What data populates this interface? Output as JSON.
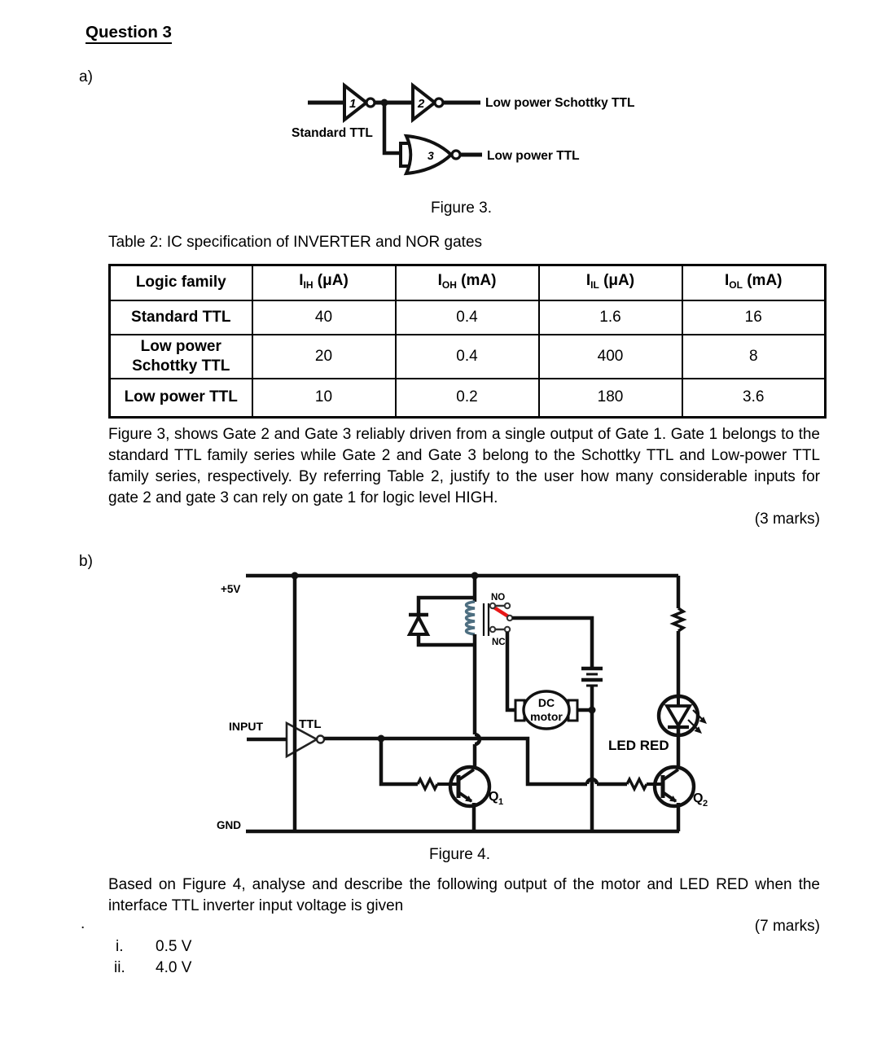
{
  "page": {
    "title": "Question 3",
    "part_a_label": "a)",
    "part_b_label": "b)"
  },
  "figure3": {
    "gate1_num": "1",
    "gate2_num": "2",
    "gate3_num": "3",
    "standard_ttl_label": "Standard TTL",
    "schottky_label": "Low power Schottky TTL",
    "low_power_label": "Low power TTL",
    "caption": "Figure 3."
  },
  "table2": {
    "title": "Table 2: IC specification of INVERTER and NOR gates",
    "headers": [
      {
        "text": "Logic family"
      },
      {
        "pre": "I",
        "sub": "IH",
        "rest": " (μA)"
      },
      {
        "pre": "I",
        "sub": "OH",
        "rest": " (mA)"
      },
      {
        "pre": "I",
        "sub": "IL",
        "rest": " (μA)"
      },
      {
        "pre": "I",
        "sub": "OL",
        "rest": " (mA)"
      }
    ],
    "rows": [
      {
        "family": "Standard TTL",
        "iih": "40",
        "ioh": "0.4",
        "iil": "1.6",
        "iol": "16"
      },
      {
        "family": "Low power Schottky TTL",
        "iih": "20",
        "ioh": "0.4",
        "iil": "400",
        "iol": "8"
      },
      {
        "family": "Low power TTL",
        "iih": "10",
        "ioh": "0.2",
        "iil": "180",
        "iol": "3.6"
      }
    ]
  },
  "question_a": {
    "text": "Figure 3, shows Gate 2 and Gate 3 reliably driven from a single output of Gate 1. Gate 1 belongs to the standard TTL family series while Gate 2 and Gate 3 belong to the Schottky TTL and Low-power TTL family series, respectively. By referring Table 2, justify to the user how many considerable inputs for gate 2 and gate 3 can rely on gate 1 for logic level HIGH.",
    "marks": "(3 marks)"
  },
  "figure4": {
    "vcc_label": "+5V",
    "gnd_label": "GND",
    "input_label": "INPUT",
    "ttl_label": "TTL",
    "no_label": "NO",
    "nc_label": "NC",
    "motor_line1": "DC",
    "motor_line2": "motor",
    "led_label": "LED RED",
    "q1_pre": "Q",
    "q1_sub": "1",
    "q2_pre": "Q",
    "q2_sub": "2",
    "caption": "Figure 4.",
    "red_arm_color": "#e81717",
    "coil_color": "#4d6e80",
    "wire_color": "#111111"
  },
  "question_b": {
    "text": "Based on Figure 4, analyse and describe the following output of the motor and LED RED when the interface TTL inverter input voltage is given",
    "stray_dot": ".",
    "marks": "(7 marks)",
    "items": [
      {
        "num": "i.",
        "val": "0.5 V"
      },
      {
        "num": "ii.",
        "val": "4.0 V"
      }
    ]
  }
}
